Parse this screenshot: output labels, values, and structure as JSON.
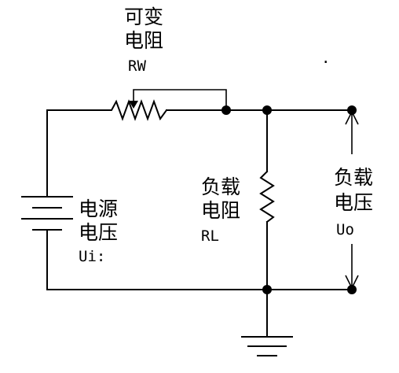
{
  "variable_resistor": {
    "line1": "可变",
    "line2": "电阻",
    "symbol": "RW"
  },
  "source": {
    "line1": "电源",
    "line2": "电压",
    "symbol": "Ui:"
  },
  "load_resistor": {
    "line1": "负载",
    "line2": "电阻",
    "symbol": "RL"
  },
  "load_voltage": {
    "line1": "负载",
    "line2": "电压",
    "symbol": "Uo"
  },
  "stray_mark": "."
}
